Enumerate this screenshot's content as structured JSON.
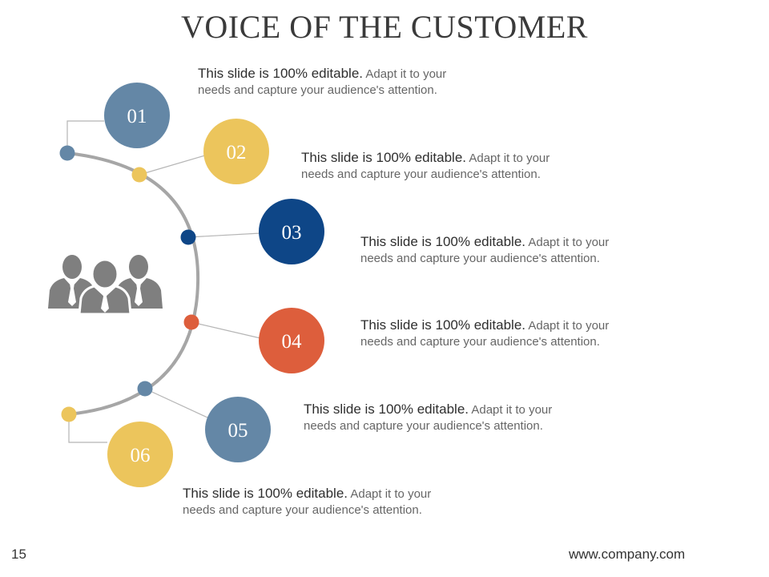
{
  "title": "VOICE OF THE CUSTOMER",
  "colors": {
    "steel_blue": "#6487a6",
    "mustard": "#ecc55c",
    "navy": "#0e4687",
    "coral": "#dd5e3c",
    "arc": "#a6a6a6",
    "icon": "#7f7f7f"
  },
  "people_icon": "group-of-people-icon",
  "steps": [
    {
      "number": "01",
      "lead": "This slide is 100% editable.",
      "text": "Adapt it to your",
      "text2": "needs and capture your audience's attention.",
      "color": "#6487a6",
      "dot_color": "#6487a6"
    },
    {
      "number": "02",
      "lead": "This slide is 100% editable.",
      "text": "Adapt it to your",
      "text2": "needs and capture your audience's attention.",
      "color": "#ecc55c",
      "dot_color": "#ecc55c"
    },
    {
      "number": "03",
      "lead": "This slide is 100% editable.",
      "text": "Adapt it to your",
      "text2": "needs and capture your audience's attention.",
      "color": "#0e4687",
      "dot_color": "#0e4687"
    },
    {
      "number": "04",
      "lead": "This slide is 100% editable.",
      "text": "Adapt it to your",
      "text2": "needs and capture your audience's attention.",
      "color": "#dd5e3c",
      "dot_color": "#dd5e3c"
    },
    {
      "number": "05",
      "lead": "This slide is 100% editable.",
      "text": "Adapt it to your",
      "text2": "needs and capture your audience's attention.",
      "color": "#6487a6",
      "dot_color": "#6487a6"
    },
    {
      "number": "06",
      "lead": "This slide is 100% editable.",
      "text": "Adapt it to your",
      "text2": "needs and capture your audience's attention.",
      "color": "#ecc55c",
      "dot_color": "#ecc55c"
    }
  ],
  "footer": {
    "page_number": "15",
    "website": "www.company.com"
  }
}
